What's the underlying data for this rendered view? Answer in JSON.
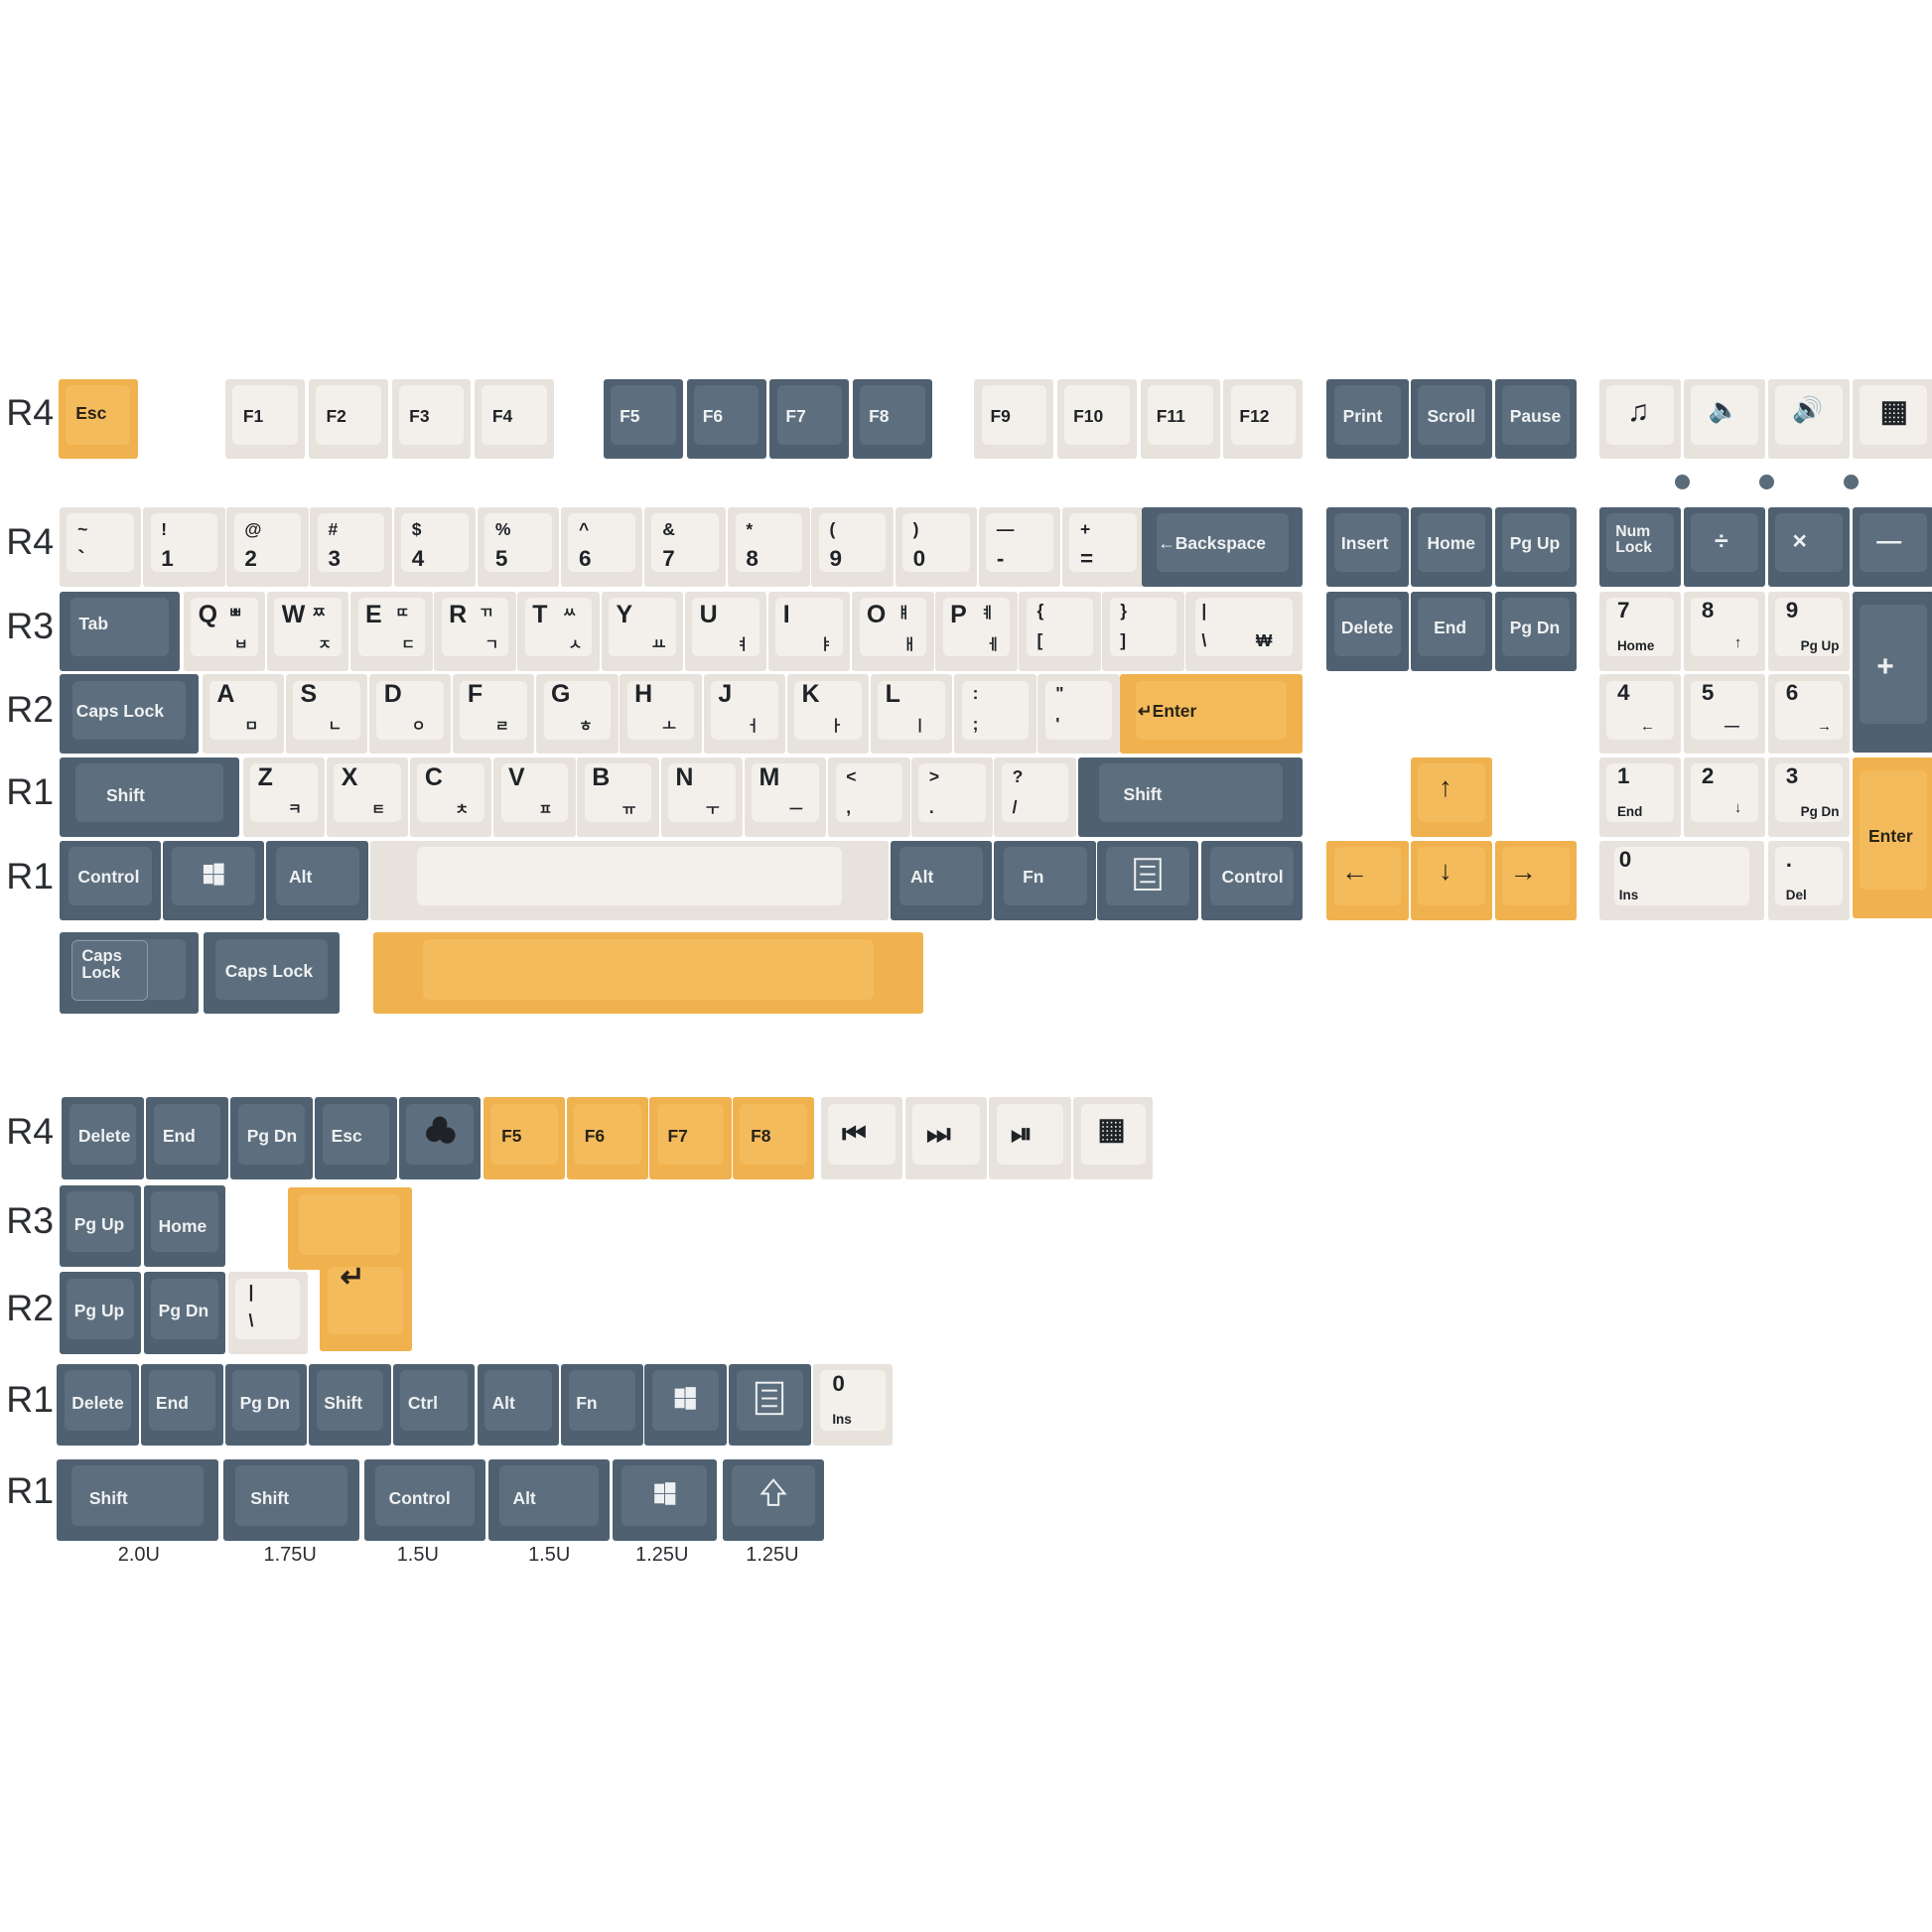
{
  "colors": {
    "cream": "#f3f0eb",
    "slate": "#5d6f7e",
    "yellow": "#f4bb5c"
  },
  "row_labels": [
    "R4",
    "R4",
    "R3",
    "R2",
    "R1",
    "R1",
    "R4",
    "R3",
    "R2",
    "R1",
    "R1"
  ],
  "size_labels": [
    "2.0U",
    "1.75U",
    "1.5U",
    "1.5U",
    "1.25U",
    "1.25U"
  ],
  "keys": {
    "esc": "Esc",
    "f1": "F1",
    "f2": "F2",
    "f3": "F3",
    "f4": "F4",
    "f5": "F5",
    "f6": "F6",
    "f7": "F7",
    "f8": "F8",
    "f9": "F9",
    "f10": "F10",
    "f11": "F11",
    "f12": "F12",
    "print": "Print",
    "scroll": "Scroll",
    "pause": "Pause",
    "music_icon": "♫",
    "vol_down_icon": "🔈",
    "vol_up_icon": "🔊",
    "calc_icon": "▦",
    "tilde_top": "~",
    "tilde_bot": "`",
    "d1_top": "!",
    "d1_bot": "1",
    "d2_top": "@",
    "d2_bot": "2",
    "d3_top": "#",
    "d3_bot": "3",
    "d4_top": "$",
    "d4_bot": "4",
    "d5_top": "%",
    "d5_bot": "5",
    "d6_top": "^",
    "d6_bot": "6",
    "d7_top": "&",
    "d7_bot": "7",
    "d8_top": "*",
    "d8_bot": "8",
    "d9_top": "(",
    "d9_bot": "9",
    "d0_top": ")",
    "d0_bot": "0",
    "minus_top": "—",
    "minus_bot": "-",
    "plus_top": "+",
    "plus_bot": "=",
    "backspace": "←Backspace",
    "insert": "Insert",
    "home": "Home",
    "pgup": "Pg Up",
    "numlock": "Num\nLock",
    "divide": "÷",
    "multiply": "×",
    "numminus": "—",
    "tab": "Tab",
    "q": "Q",
    "q_kr_top": "ㅃ",
    "q_kr_bot": "ㅂ",
    "w": "W",
    "w_kr_top": "ㅉ",
    "w_kr_bot": "ㅈ",
    "e": "E",
    "e_kr_top": "ㄸ",
    "e_kr_bot": "ㄷ",
    "r": "R",
    "r_kr_top": "ㄲ",
    "r_kr_bot": "ㄱ",
    "t": "T",
    "t_kr_top": "ㅆ",
    "t_kr_bot": "ㅅ",
    "y": "Y",
    "y_kr_bot": "ㅛ",
    "u": "U",
    "u_kr_bot": "ㅕ",
    "i": "I",
    "i_kr_bot": "ㅑ",
    "o": "O",
    "o_kr_top": "ㅒ",
    "o_kr_bot": "ㅐ",
    "p": "P",
    "p_kr_top": "ㅖ",
    "p_kr_bot": "ㅔ",
    "lbrace_top": "{",
    "lbrace_bot": "[",
    "rbrace_top": "}",
    "rbrace_bot": "]",
    "pipe_top": "|",
    "pipe_bot": "\\",
    "won": "₩",
    "delete": "Delete",
    "end": "End",
    "pgdn": "Pg Dn",
    "n7": "7",
    "n7_sub": "Home",
    "n8": "8",
    "n8_sub": "↑",
    "n9": "9",
    "n9_sub": "Pg Up",
    "numplus": "+",
    "capslock": "Caps Lock",
    "a": "A",
    "a_kr": "ㅁ",
    "s": "S",
    "s_kr": "ㄴ",
    "d": "D",
    "d_kr": "ㅇ",
    "f": "F",
    "f_kr": "ㄹ",
    "g": "G",
    "g_kr": "ㅎ",
    "h": "H",
    "h_kr": "ㅗ",
    "j": "J",
    "j_kr": "ㅓ",
    "k": "K",
    "k_kr": "ㅏ",
    "l": "L",
    "l_kr": "ㅣ",
    "colon_top": ":",
    "colon_bot": ";",
    "quote_top": "\"",
    "quote_bot": "'",
    "enter": "↵Enter",
    "n4": "4",
    "n4_sub": "←",
    "n5": "5",
    "n5_sub": "—",
    "n6": "6",
    "n6_sub": "→",
    "shift": "Shift",
    "z": "Z",
    "z_kr": "ㅋ",
    "x": "X",
    "x_kr": "ㅌ",
    "c": "C",
    "c_kr": "ㅊ",
    "v": "V",
    "v_kr": "ㅍ",
    "b": "B",
    "b_kr": "ㅠ",
    "n": "N",
    "n_kr": "ㅜ",
    "m": "M",
    "m_kr": "ㅡ",
    "lt_top": "<",
    "lt_bot": ",",
    "gt_top": ">",
    "gt_bot": ".",
    "q_top": "?",
    "q_bot": "/",
    "up_arrow": "↑",
    "n1": "1",
    "n1_sub": "End",
    "n2": "2",
    "n2_sub": "↓",
    "n3": "3",
    "n3_sub": "Pg Dn",
    "numenter": "Enter",
    "control": "Control",
    "alt": "Alt",
    "fn": "Fn",
    "left_arrow": "←",
    "down_arrow": "↓",
    "right_arrow": "→",
    "n0": "0",
    "n0_sub": "Ins",
    "ndot": ".",
    "ndot_sub": "Del",
    "capslock2": "Caps\nLock",
    "pg_up": "Pg Up",
    "pg_dn": "Pg Dn",
    "prev_icon": "⏮",
    "next_icon": "⏭",
    "playpause_icon": "⏯",
    "return_arrow": "↵",
    "ctrl": "Ctrl"
  }
}
